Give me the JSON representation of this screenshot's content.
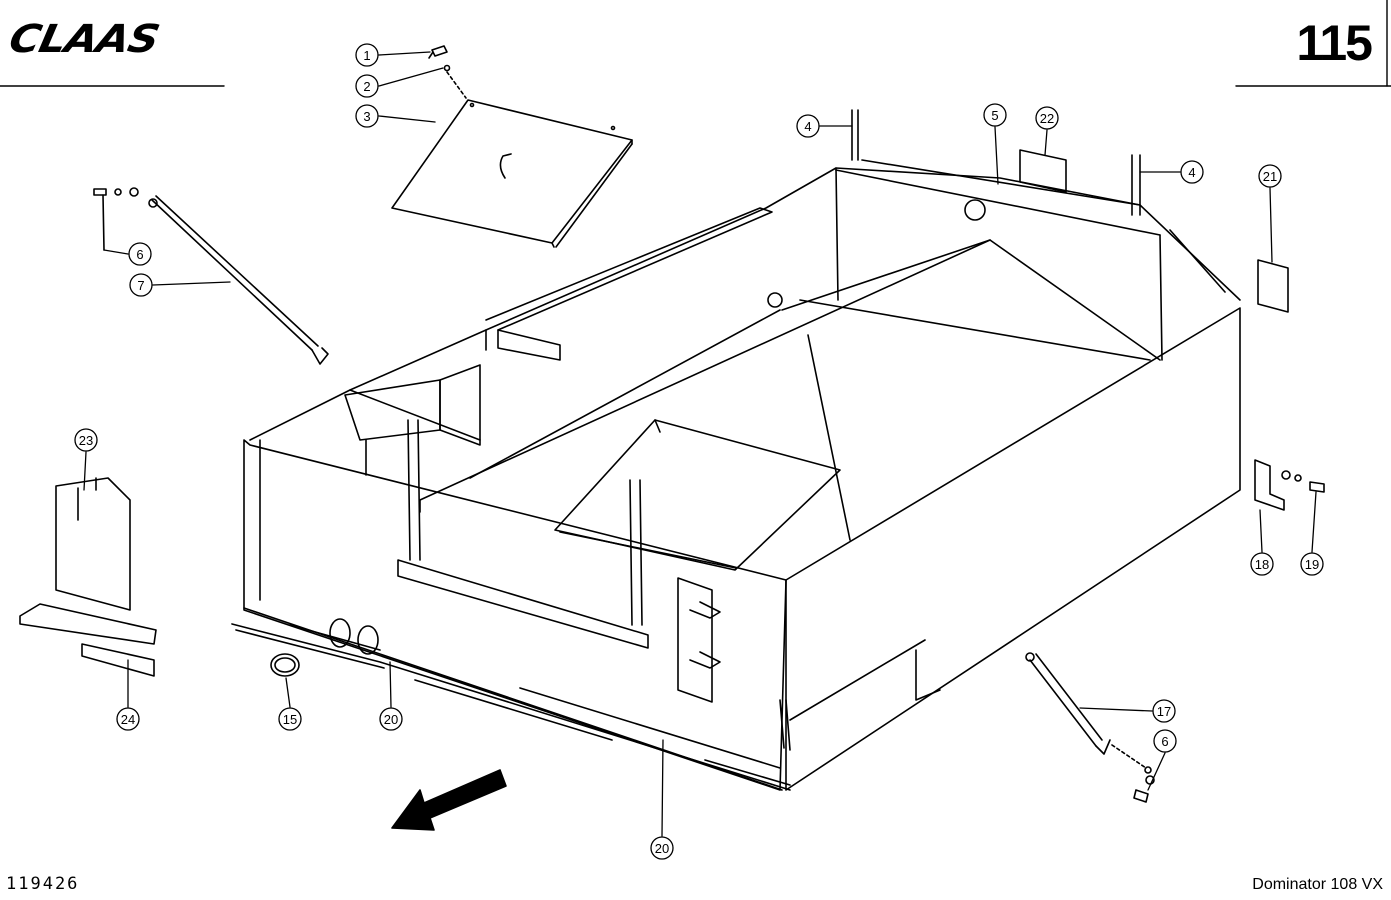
{
  "header": {
    "brand": "CLAAS",
    "page_number": "115"
  },
  "footer": {
    "drawing_number": "119426",
    "model": "Dominator 108 VX"
  },
  "callouts": [
    {
      "id": "c1",
      "label": "1"
    },
    {
      "id": "c2",
      "label": "2"
    },
    {
      "id": "c3",
      "label": "3"
    },
    {
      "id": "c4a",
      "label": "4"
    },
    {
      "id": "c5",
      "label": "5"
    },
    {
      "id": "c22",
      "label": "22"
    },
    {
      "id": "c4b",
      "label": "4"
    },
    {
      "id": "c21",
      "label": "21"
    },
    {
      "id": "c6a",
      "label": "6"
    },
    {
      "id": "c7",
      "label": "7"
    },
    {
      "id": "c23",
      "label": "23"
    },
    {
      "id": "c24",
      "label": "24"
    },
    {
      "id": "c15",
      "label": "15"
    },
    {
      "id": "c20a",
      "label": "20"
    },
    {
      "id": "c20b",
      "label": "20"
    },
    {
      "id": "c18",
      "label": "18"
    },
    {
      "id": "c19",
      "label": "19"
    },
    {
      "id": "c17",
      "label": "17"
    },
    {
      "id": "c6b",
      "label": "6"
    }
  ]
}
